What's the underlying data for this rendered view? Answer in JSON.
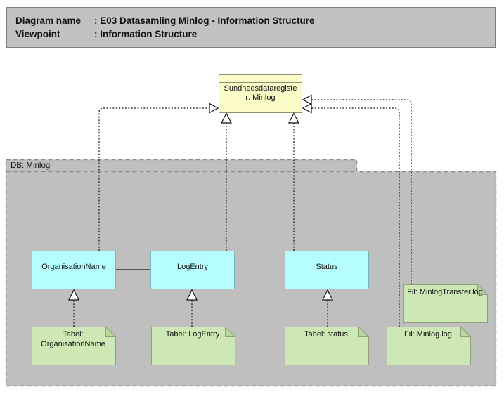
{
  "title_block": {
    "rows": [
      {
        "label": "Diagram name",
        "value": ": E03 Datasamling Minlog - Information Structure"
      },
      {
        "label": "Viewpoint",
        "value": ": Information Structure"
      }
    ]
  },
  "diagram": {
    "register_label": "Sundhedsdataregister: Minlog",
    "group_label": "DB: Minlog",
    "entities": [
      {
        "label": "OrganisationName"
      },
      {
        "label": "LogEntry"
      },
      {
        "label": "Status"
      }
    ],
    "notes": [
      {
        "label": "Tabel: OrganisationName"
      },
      {
        "label": "Tabel: LogEntry"
      },
      {
        "label": "Tabel: status"
      },
      {
        "label": "Fil: Minlog.log"
      },
      {
        "label": "Fil: MinlogTransfer.log"
      }
    ],
    "colors": {
      "titlebar_fill": "#c2c2c2",
      "group_fill": "#bfbfbf",
      "register_fill": "#fcfcc9",
      "entity_fill": "#b5fdff",
      "note_fill": "#cde8b4",
      "note_fold_fill": "#b7d79c",
      "connector": "#111111"
    }
  }
}
